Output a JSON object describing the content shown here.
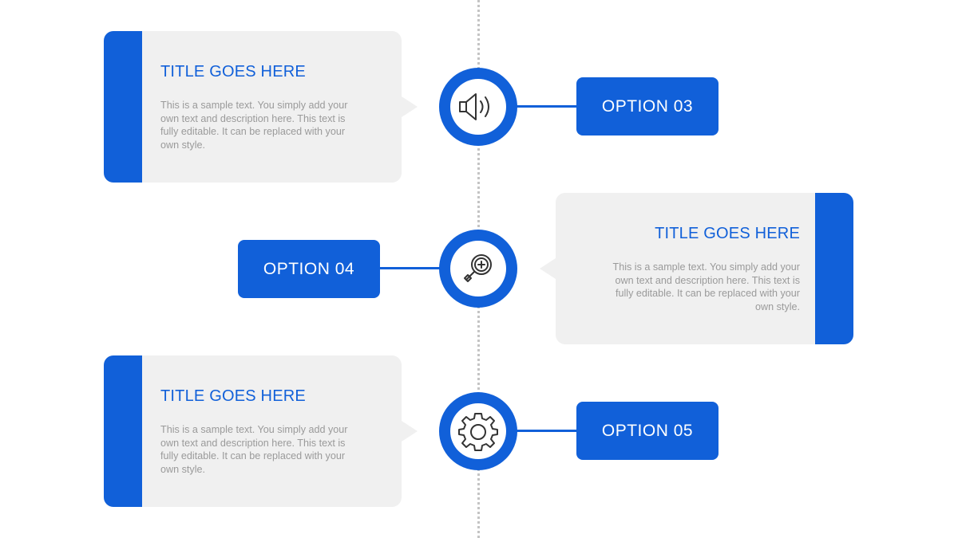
{
  "rows": [
    {
      "card": {
        "title": "TITLE GOES HERE",
        "text": "This is a sample text. You simply add your own text and description here. This text is fully editable. It can be replaced with your own style."
      },
      "icon": "speaker-icon",
      "option_label": "OPTION 03"
    },
    {
      "card": {
        "title": "TITLE GOES HERE",
        "text": "This is a sample text. You simply add your own text and description here. This text is fully editable. It can be replaced with your own style."
      },
      "icon": "zoom-in-magnifier-icon",
      "option_label": "OPTION 04"
    },
    {
      "card": {
        "title": "TITLE GOES HERE",
        "text": "This is a sample text. You simply add your own text and description here. This text is fully editable. It can be replaced with your own style."
      },
      "icon": "gear-icon",
      "option_label": "OPTION 05"
    }
  ],
  "colors": {
    "accent": "#1160d9",
    "card_background": "#f0f0f0",
    "body_text": "#9a9a9a",
    "spine": "#c4c4c4"
  }
}
